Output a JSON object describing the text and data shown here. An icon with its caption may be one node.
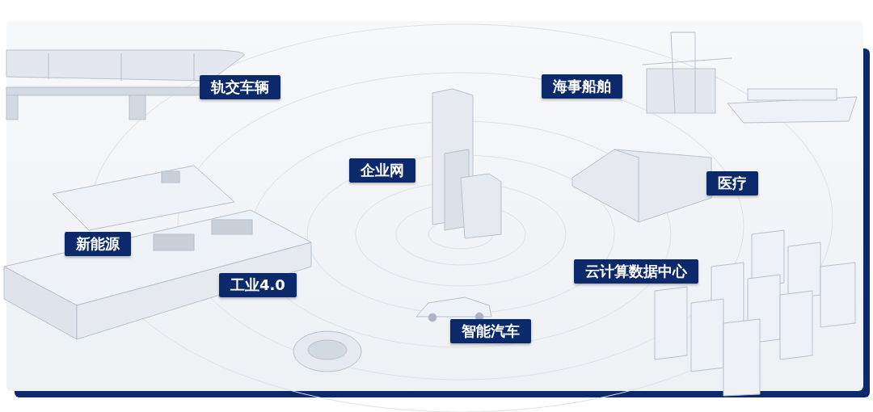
{
  "diagram": {
    "labels": [
      "轨交车辆",
      "海事船舶",
      "企业网",
      "医疗",
      "新能源",
      "云计算数据中心",
      "工业4.0",
      "智能汽车"
    ]
  }
}
